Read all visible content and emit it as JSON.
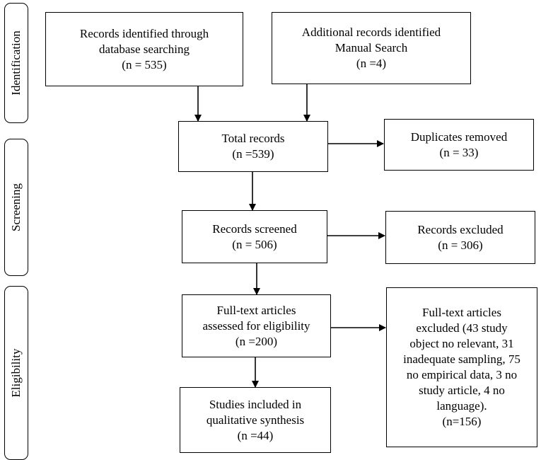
{
  "stages": {
    "identification": "Identification",
    "screening": "Screening",
    "eligibility": "Eligibility"
  },
  "boxes": {
    "database_search": {
      "lines": [
        "Records identified through",
        "database searching",
        "(n = 535)"
      ]
    },
    "manual_search": {
      "lines": [
        "Additional records identified",
        "Manual Search",
        "(n =4)"
      ]
    },
    "total_records": {
      "lines": [
        "Total records",
        "(n =539)"
      ]
    },
    "duplicates_removed": {
      "lines": [
        "Duplicates removed",
        "(n = 33)"
      ]
    },
    "records_screened": {
      "lines": [
        "Records screened",
        "(n = 506)"
      ]
    },
    "records_excluded": {
      "lines": [
        "Records excluded",
        "(n = 306)"
      ]
    },
    "fulltext_assessed": {
      "lines": [
        "Full-text articles",
        "assessed for eligibility",
        "(n =200)"
      ]
    },
    "fulltext_excluded": {
      "lines": [
        "Full-text articles",
        "excluded (43 study",
        "object no relevant, 31",
        "inadequate sampling, 75",
        "no empirical data, 3 no",
        "study article, 4 no",
        "language).",
        "(n=156)"
      ]
    },
    "studies_included": {
      "lines": [
        "Studies included in",
        "qualitative synthesis",
        "(n =44)"
      ]
    }
  }
}
